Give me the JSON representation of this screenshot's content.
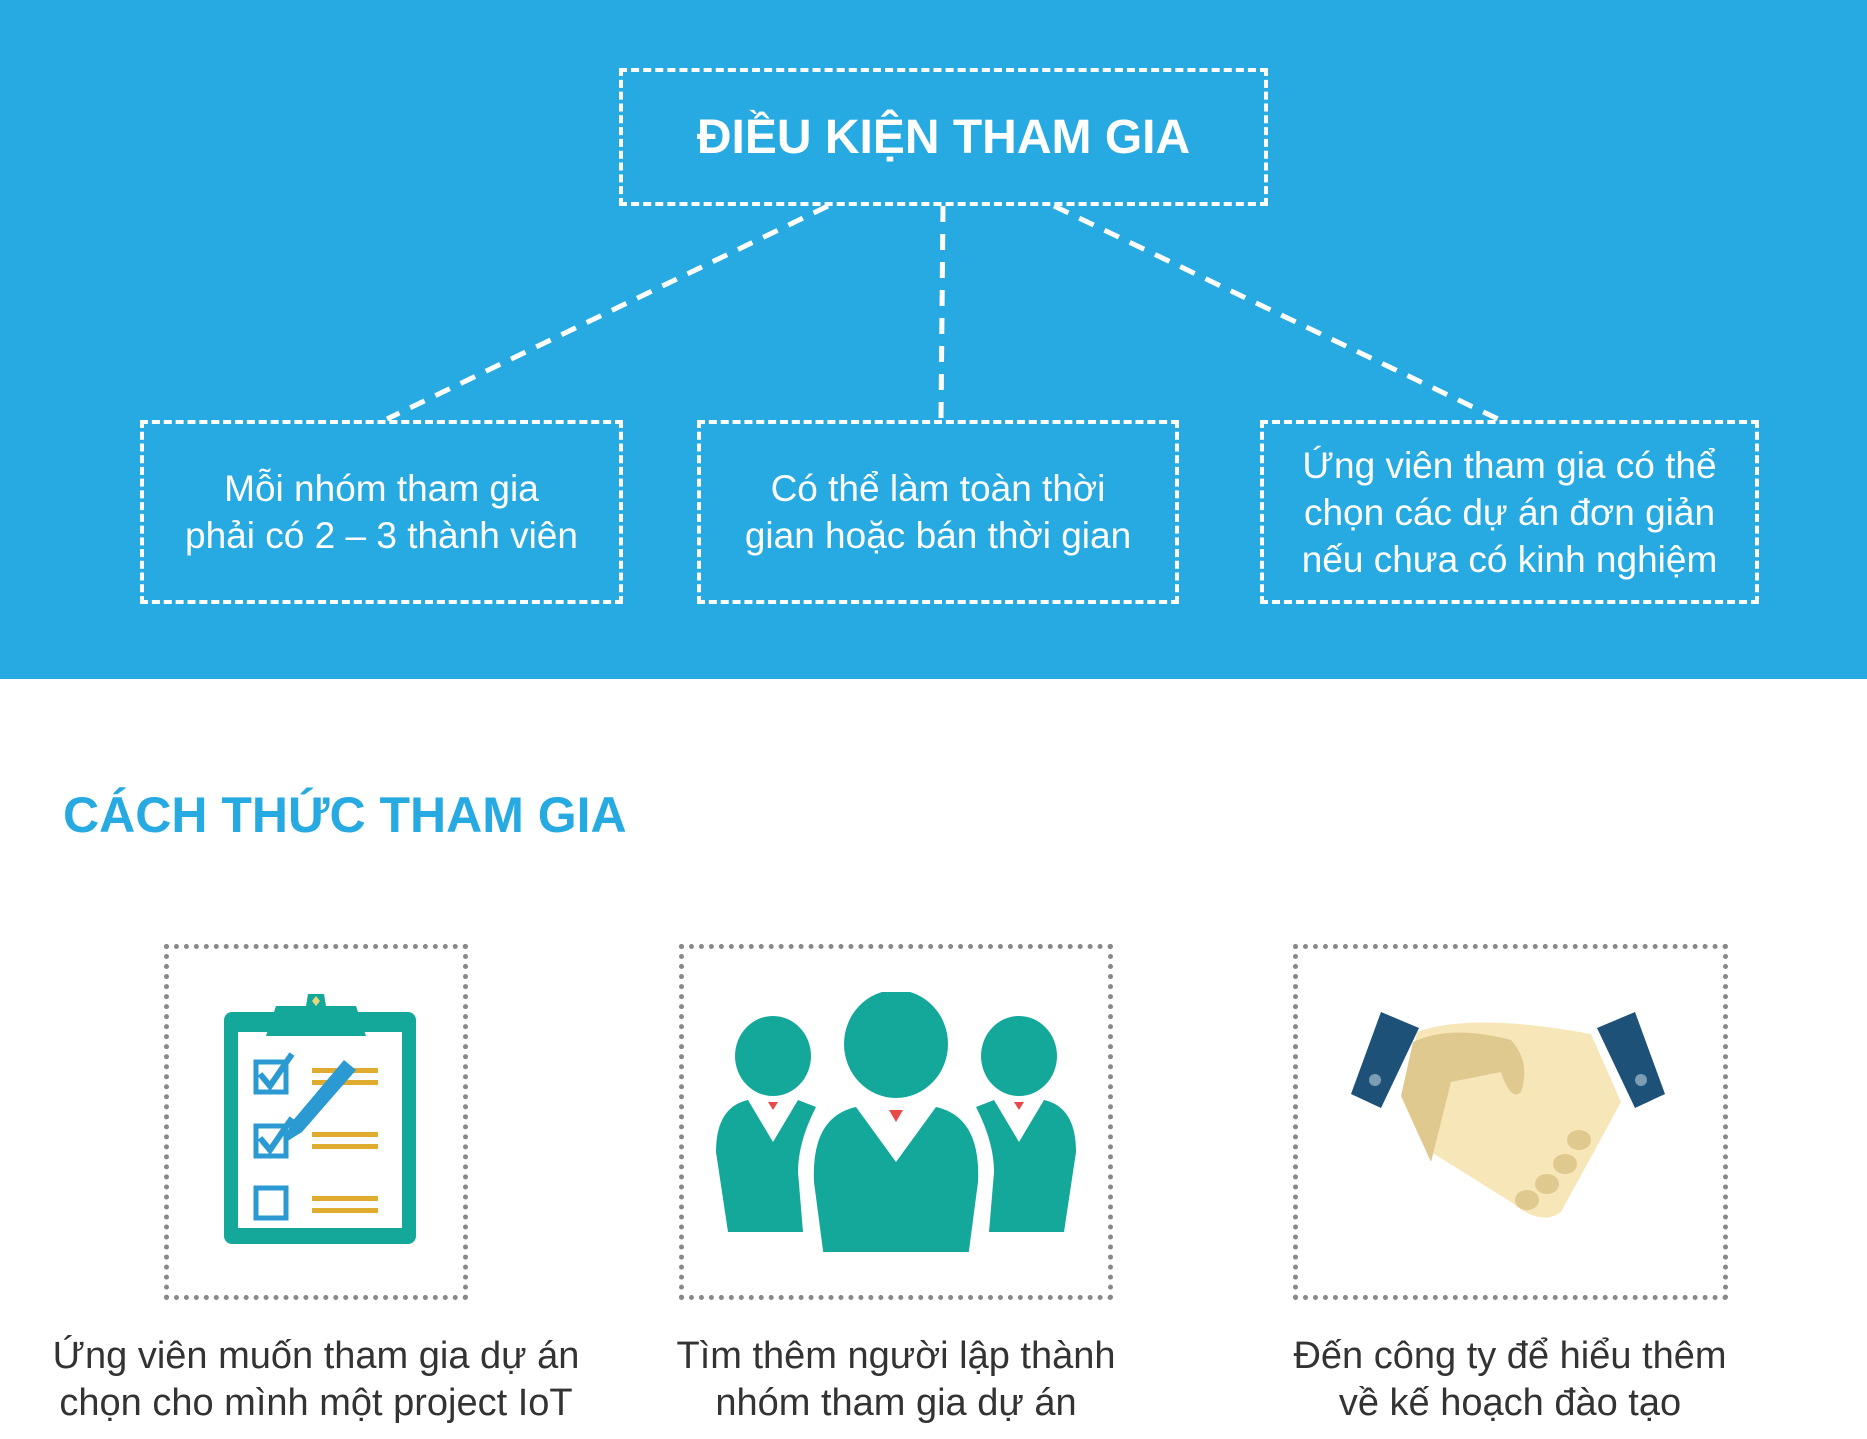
{
  "conditions": {
    "title": "ĐIỀU KIỆN THAM GIA",
    "items": [
      {
        "line1": "Mỗi nhóm tham gia",
        "line2": "phải có 2 – 3 thành viên"
      },
      {
        "line1": "Có thể làm toàn thời",
        "line2": "gian hoặc bán thời gian"
      },
      {
        "line1": "Ứng viên tham gia có thể",
        "line2": "chọn các dự án đơn giản",
        "line3": "nếu chưa có kinh nghiệm"
      }
    ]
  },
  "howto": {
    "title": "CÁCH THỨC THAM GIA",
    "steps": [
      {
        "icon": "clipboard-checklist-icon",
        "line1": "Ứng viên muốn tham gia dự án",
        "line2": "chọn cho mình một project IoT"
      },
      {
        "icon": "team-people-icon",
        "line1": "Tìm thêm người lập thành",
        "line2": "nhóm tham gia dự án"
      },
      {
        "icon": "handshake-icon",
        "line1": "Đến công ty để hiểu thêm",
        "line2": "về kế hoạch đào tạo"
      }
    ]
  },
  "colors": {
    "band": "#27aae1",
    "teal": "#14a89b",
    "accent": "#27aae1"
  }
}
